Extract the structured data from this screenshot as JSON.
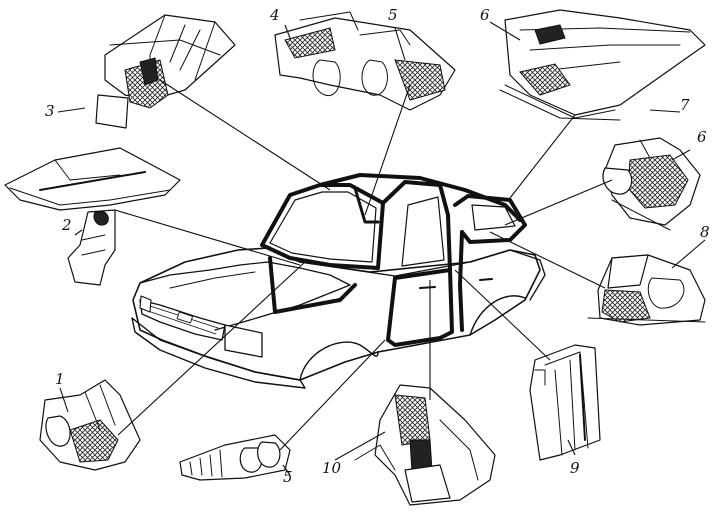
{
  "diagram": {
    "callouts": [
      {
        "id": "c1",
        "text": "1"
      },
      {
        "id": "c2",
        "text": "2"
      },
      {
        "id": "c3",
        "text": "3"
      },
      {
        "id": "c4",
        "text": "4"
      },
      {
        "id": "c5a",
        "text": "5"
      },
      {
        "id": "c5b",
        "text": "5"
      },
      {
        "id": "c6a",
        "text": "6"
      },
      {
        "id": "c6b",
        "text": "6"
      },
      {
        "id": "c7",
        "text": "7"
      },
      {
        "id": "c8",
        "text": "8"
      },
      {
        "id": "c9",
        "text": "9"
      },
      {
        "id": "c10",
        "text": "10"
      }
    ]
  },
  "colors": {
    "ink": "#111111",
    "paper": "#ffffff"
  }
}
